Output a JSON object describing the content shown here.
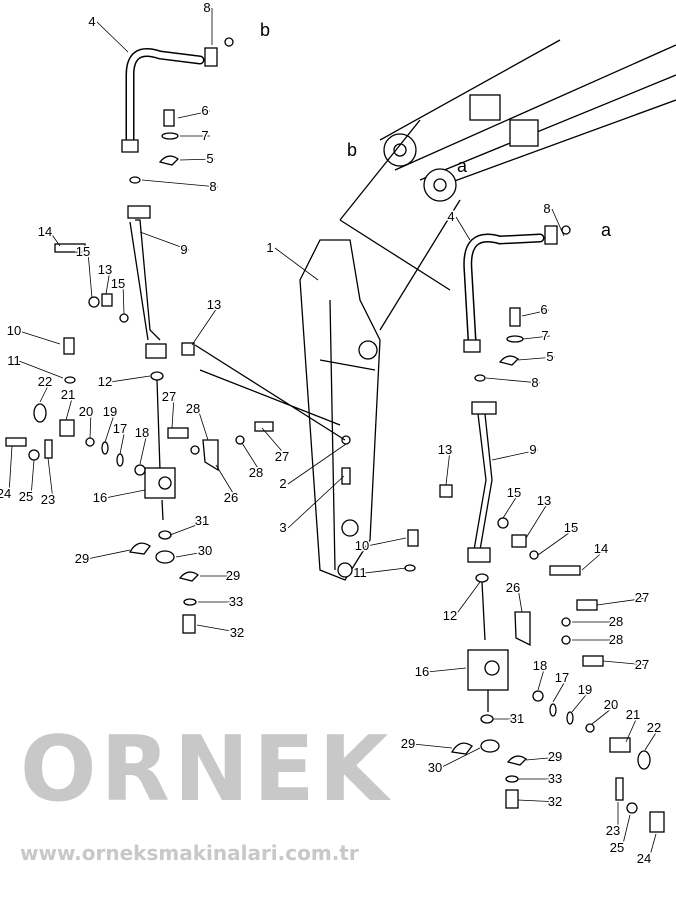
{
  "watermark": {
    "brand": "ORNEK",
    "url": "www.orneksmakinalari.com.tr"
  },
  "connection_letters": [
    "b",
    "b",
    "a",
    "a"
  ],
  "callouts": [
    "4",
    "8",
    "6",
    "7",
    "5",
    "8",
    "9",
    "14",
    "15",
    "13",
    "15",
    "13",
    "10",
    "11",
    "22",
    "21",
    "12",
    "27",
    "28",
    "20",
    "19",
    "17",
    "18",
    "28",
    "27",
    "24",
    "25",
    "23",
    "16",
    "26",
    "31",
    "29",
    "30",
    "29",
    "33",
    "32",
    "1",
    "2",
    "3",
    "4",
    "8",
    "6",
    "7",
    "5",
    "8",
    "9",
    "13",
    "15",
    "13",
    "15",
    "14",
    "10",
    "11",
    "12",
    "26",
    "27",
    "28",
    "28",
    "27",
    "16",
    "18",
    "17",
    "19",
    "20",
    "21",
    "22",
    "31",
    "29",
    "29",
    "30",
    "33",
    "32",
    "23",
    "25",
    "24"
  ]
}
